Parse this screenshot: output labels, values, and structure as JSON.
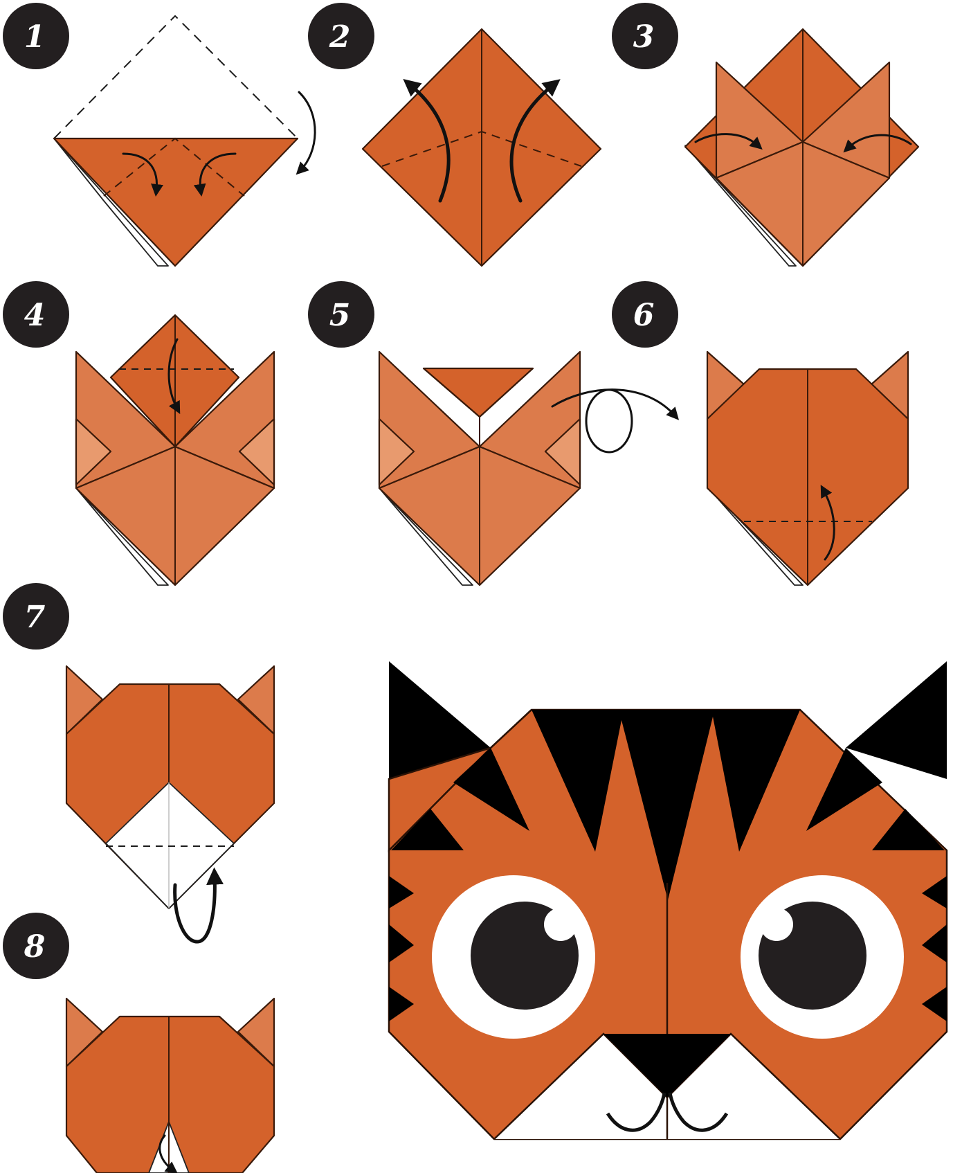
{
  "steps": [
    {
      "number": "1"
    },
    {
      "number": "2"
    },
    {
      "number": "3"
    },
    {
      "number": "4"
    },
    {
      "number": "5"
    },
    {
      "number": "6"
    },
    {
      "number": "7"
    },
    {
      "number": "8"
    }
  ],
  "colors": {
    "paper_orange": "#d4622b",
    "paper_light": "#dc7b4b",
    "paper_lighter": "#e89a6e",
    "stripe_black": "#000000",
    "eye_dark": "#231f20",
    "badge_black": "#231f20",
    "white": "#ffffff"
  },
  "icons": {
    "fold_arrow": "curved-fold-arrow-icon",
    "turn_over": "turn-over-loop-icon"
  }
}
